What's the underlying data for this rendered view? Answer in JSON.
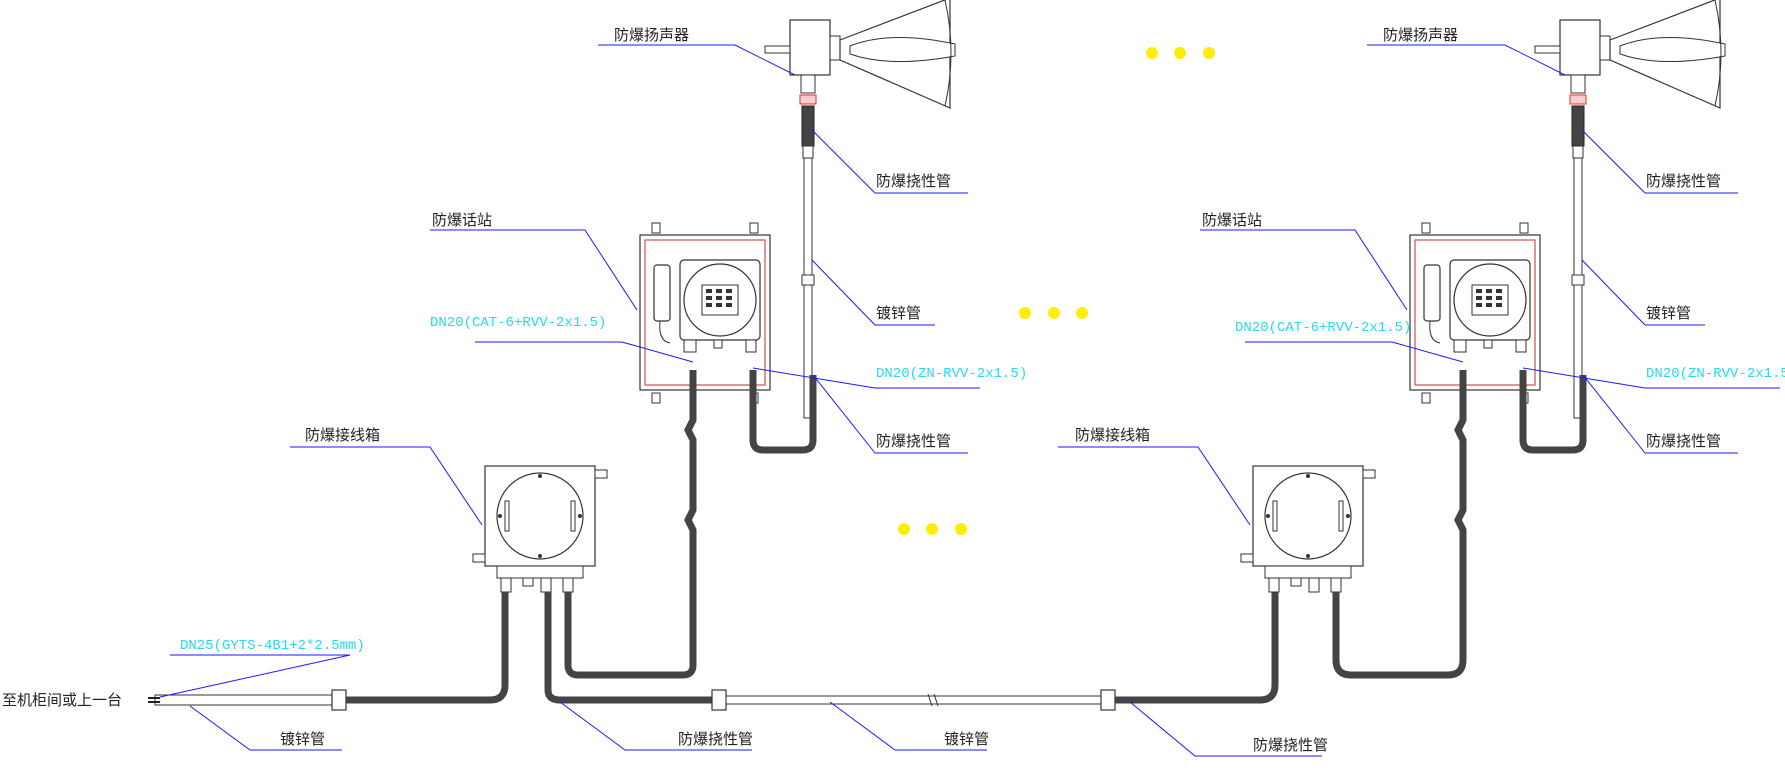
{
  "labels": {
    "speaker": "防爆扬声器",
    "flex_pipe": "防爆挠性管",
    "phone_station": "防爆话站",
    "galv_pipe": "镀锌管",
    "junction_box": "防爆接线箱",
    "to_cabinet": "至机柜间或上一台"
  },
  "specs": {
    "phone_cable": "DN20(CAT-6+RVV-2x1.5)",
    "speaker_cable": "DN20(ZN-RVV-2x1.5)",
    "trunk_cable": "DN25(GYTS-4B1+2*2.5mm)"
  },
  "colors": {
    "line": "#333333",
    "leader": "#1a1aff",
    "spec_text": "#25d9f2",
    "ellipsis_dot": "#ffee00",
    "station_frame": "#c85050"
  }
}
